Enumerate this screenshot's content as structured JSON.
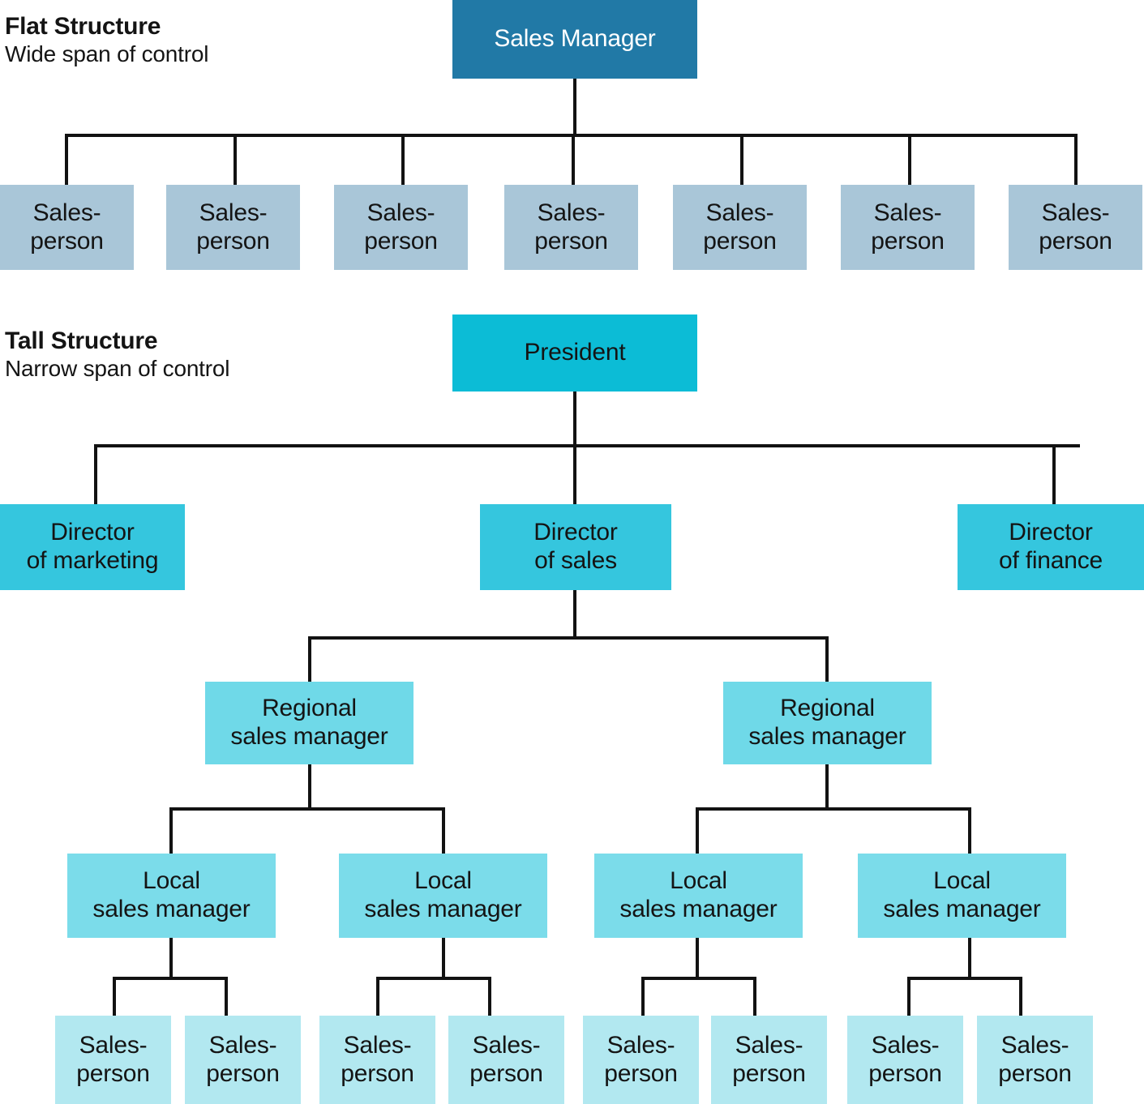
{
  "diagram": {
    "sections": [
      {
        "id": "flat",
        "title": "Flat Structure",
        "subtitle": "Wide span of control"
      },
      {
        "id": "tall",
        "title": "Tall Structure",
        "subtitle": "Narrow span of control"
      }
    ]
  },
  "colors": {
    "root_flat": "#2179A6",
    "salesperson_flat": "#A9C6D8",
    "president": "#0CBCD6",
    "director": "#35C6DE",
    "regional_manager": "#6FD9E8",
    "local_manager": "#7BDCEA",
    "salesperson_tall": "#B2E8F0",
    "connector": "#121212",
    "text_dark": "#141414",
    "text_light": "#FFFFFF",
    "background": "#FFFFFF"
  },
  "flat_structure": {
    "root": {
      "label": "Sales Manager",
      "line1": "Sales Manager",
      "line2": ""
    },
    "salespeople": [
      {
        "line1": "Sales-",
        "line2": "person"
      },
      {
        "line1": "Sales-",
        "line2": "person"
      },
      {
        "line1": "Sales-",
        "line2": "person"
      },
      {
        "line1": "Sales-",
        "line2": "person"
      },
      {
        "line1": "Sales-",
        "line2": "person"
      },
      {
        "line1": "Sales-",
        "line2": "person"
      },
      {
        "line1": "Sales-",
        "line2": "person"
      }
    ]
  },
  "tall_structure": {
    "root": {
      "line1": "President",
      "line2": ""
    },
    "directors": [
      {
        "line1": "Director",
        "line2": "of marketing"
      },
      {
        "line1": "Director",
        "line2": "of sales"
      },
      {
        "line1": "Director",
        "line2": "of finance"
      }
    ],
    "regional_managers": [
      {
        "line1": "Regional",
        "line2": "sales manager"
      },
      {
        "line1": "Regional",
        "line2": "sales manager"
      }
    ],
    "local_managers": [
      {
        "line1": "Local",
        "line2": "sales manager"
      },
      {
        "line1": "Local",
        "line2": "sales manager"
      },
      {
        "line1": "Local",
        "line2": "sales manager"
      },
      {
        "line1": "Local",
        "line2": "sales manager"
      }
    ],
    "salespeople": [
      {
        "line1": "Sales-",
        "line2": "person"
      },
      {
        "line1": "Sales-",
        "line2": "person"
      },
      {
        "line1": "Sales-",
        "line2": "person"
      },
      {
        "line1": "Sales-",
        "line2": "person"
      },
      {
        "line1": "Sales-",
        "line2": "person"
      },
      {
        "line1": "Sales-",
        "line2": "person"
      },
      {
        "line1": "Sales-",
        "line2": "person"
      },
      {
        "line1": "Sales-",
        "line2": "person"
      }
    ]
  }
}
